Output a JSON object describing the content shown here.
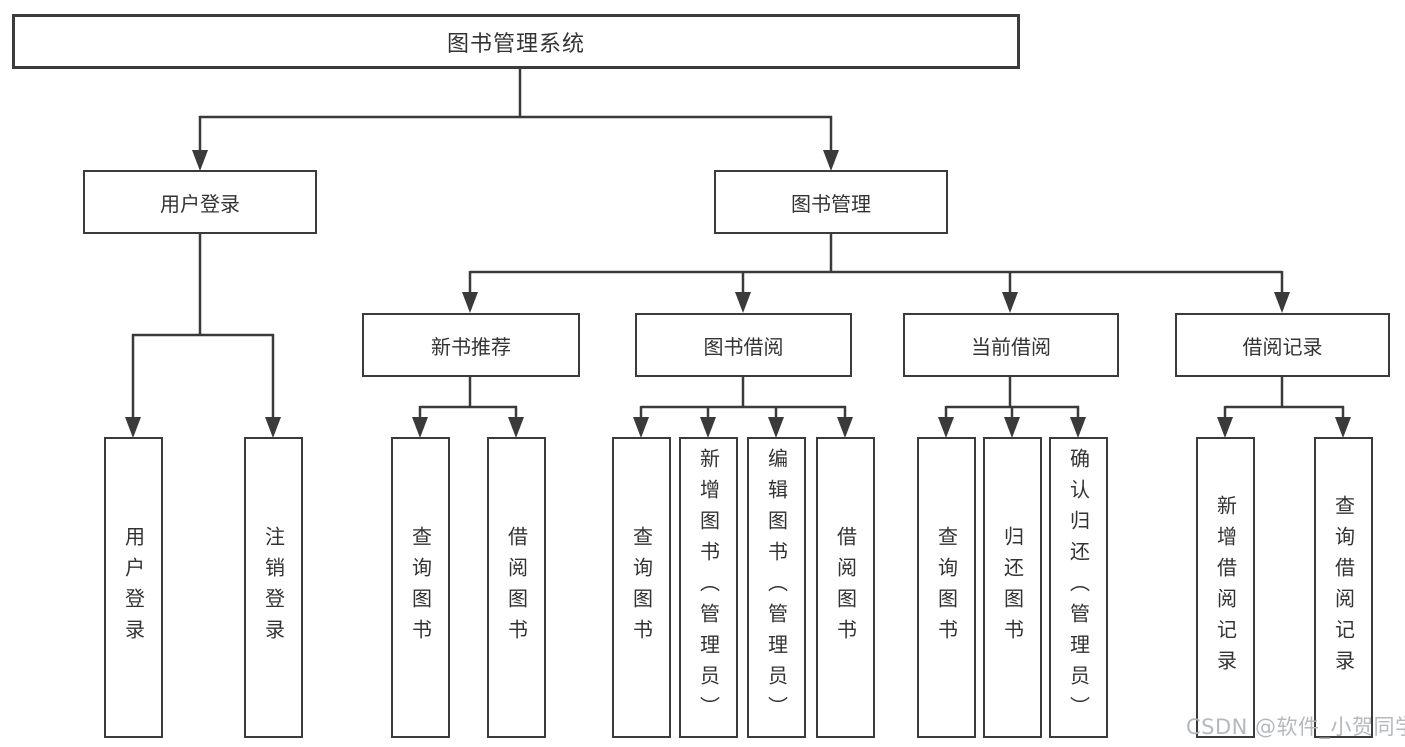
{
  "diagram": {
    "root": {
      "label": "图书管理系统"
    },
    "branches": [
      {
        "label": "用户登录",
        "children": [
          {
            "label": "用户登录"
          },
          {
            "label": "注销登录"
          }
        ]
      },
      {
        "label": "图书管理",
        "groups": [
          {
            "label": "新书推荐",
            "children": [
              {
                "label": "查询图书"
              },
              {
                "label": "借阅图书"
              }
            ]
          },
          {
            "label": "图书借阅",
            "children": [
              {
                "label": "查询图书"
              },
              {
                "label": "新增图书（管理员）"
              },
              {
                "label": "编辑图书（管理员）"
              },
              {
                "label": "借阅图书"
              }
            ]
          },
          {
            "label": "当前借阅",
            "children": [
              {
                "label": "查询图书"
              },
              {
                "label": "归还图书"
              },
              {
                "label": "确认归还（管理员）"
              }
            ]
          },
          {
            "label": "借阅记录",
            "children": [
              {
                "label": "新增借阅记录"
              },
              {
                "label": "查询借阅记录"
              }
            ]
          }
        ]
      }
    ]
  },
  "watermark": {
    "text": "CSDN @软件_小贺同学"
  },
  "colors": {
    "line": "#3a3a3a",
    "border": "#3b3b3b",
    "text": "#333333",
    "background": "#ffffff",
    "watermark": "#b1b5ba"
  }
}
